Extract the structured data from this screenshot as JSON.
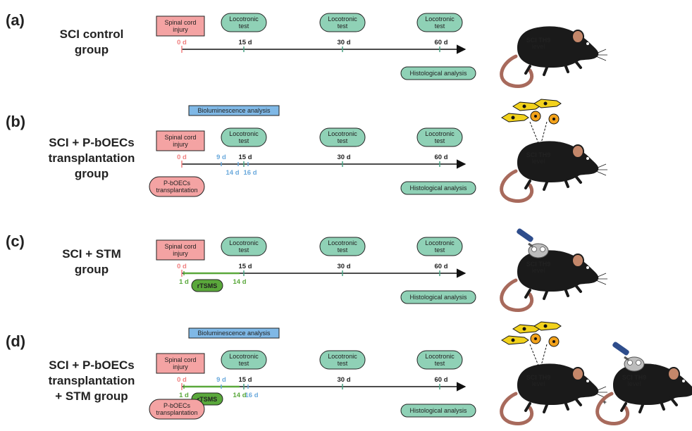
{
  "panels": [
    {
      "letter": "(a)",
      "title_lines": [
        "SCI control",
        "group"
      ],
      "injury": [
        "Spinal cord",
        "injury"
      ],
      "tests": [
        [
          "Locotronic",
          "test"
        ],
        [
          "Locotronic",
          "test"
        ],
        [
          "Locotronic",
          "test"
        ]
      ],
      "days_black": [
        "15 d",
        "30 d",
        "60 d"
      ],
      "day_zero": "0 d",
      "histology": "Histological analysis",
      "mouse_label": [
        "SCI TH9",
        "level"
      ]
    },
    {
      "letter": "(b)",
      "title_lines": [
        "SCI + P-bOECs",
        "transplantation",
        "group"
      ],
      "biolum": "Bioluminescence analysis",
      "injury": [
        "Spinal cord",
        "injury"
      ],
      "tests": [
        [
          "Locotronic",
          "test"
        ],
        [
          "Locotronic",
          "test"
        ],
        [
          "Locotronic",
          "test"
        ]
      ],
      "days_black": [
        "15 d",
        "30 d",
        "60 d"
      ],
      "day_zero": "0 d",
      "days_blue": [
        "9 d",
        "14 d",
        "16 d"
      ],
      "transplant": [
        "P-bOECs",
        "transplantation"
      ],
      "histology": "Histological analysis",
      "mouse_label": [
        "SCI TH9",
        "level"
      ]
    },
    {
      "letter": "(c)",
      "title_lines": [
        "SCI + STM",
        "group"
      ],
      "injury": [
        "Spinal cord",
        "injury"
      ],
      "tests": [
        [
          "Locotronic",
          "test"
        ],
        [
          "Locotronic",
          "test"
        ],
        [
          "Locotronic",
          "test"
        ]
      ],
      "days_black": [
        "15 d",
        "30 d",
        "60 d"
      ],
      "day_zero": "0 d",
      "days_green": [
        "1 d",
        "14 d"
      ],
      "rtsms": "rTSMS",
      "histology": "Histological analysis",
      "mouse_label": [
        "SCI TH9",
        "level"
      ]
    },
    {
      "letter": "(d)",
      "title_lines": [
        "SCI + P-bOECs",
        "transplantation",
        "+ STM group"
      ],
      "biolum": "Bioluminescence analysis",
      "injury": [
        "Spinal cord",
        "injury"
      ],
      "tests": [
        [
          "Locotronic",
          "test"
        ],
        [
          "Locotronic",
          "test"
        ],
        [
          "Locotronic",
          "test"
        ]
      ],
      "days_black": [
        "15 d",
        "30 d",
        "60 d"
      ],
      "day_zero": "0 d",
      "days_blue": [
        "9 d",
        "16 d"
      ],
      "days_green": [
        "1 d",
        "14 d"
      ],
      "rtsms": "rTSMS",
      "transplant": [
        "P-bOECs",
        "transplantation"
      ],
      "histology": "Histological analysis",
      "mouse_label": [
        "SCI TH9",
        "level"
      ],
      "plus": "+"
    }
  ],
  "colors": {
    "injury_fill": "#f4a3a3",
    "test_fill": "#8fd1b6",
    "biolum_fill": "#7fb8e6",
    "transplant_fill": "#f4a3a3",
    "rtsms_fill": "#5aa83b",
    "day_zero": "#f08080",
    "day_blue": "#6aa9dc",
    "day_green": "#5aa83b",
    "mouse_body": "#1a1a1a",
    "mouse_ear": "#c4876a",
    "cell_fill": "#f2d21c"
  }
}
